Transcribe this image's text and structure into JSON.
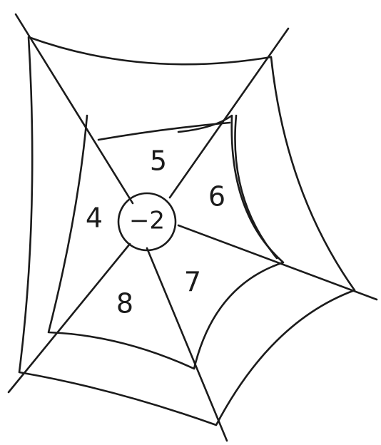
{
  "diagram": {
    "center_value": "−2",
    "regions": [
      {
        "id": "top",
        "value": "5"
      },
      {
        "id": "right",
        "value": "6"
      },
      {
        "id": "bottom-right",
        "value": "7"
      },
      {
        "id": "bottom-left",
        "value": "8"
      },
      {
        "id": "left",
        "value": "4"
      }
    ]
  }
}
